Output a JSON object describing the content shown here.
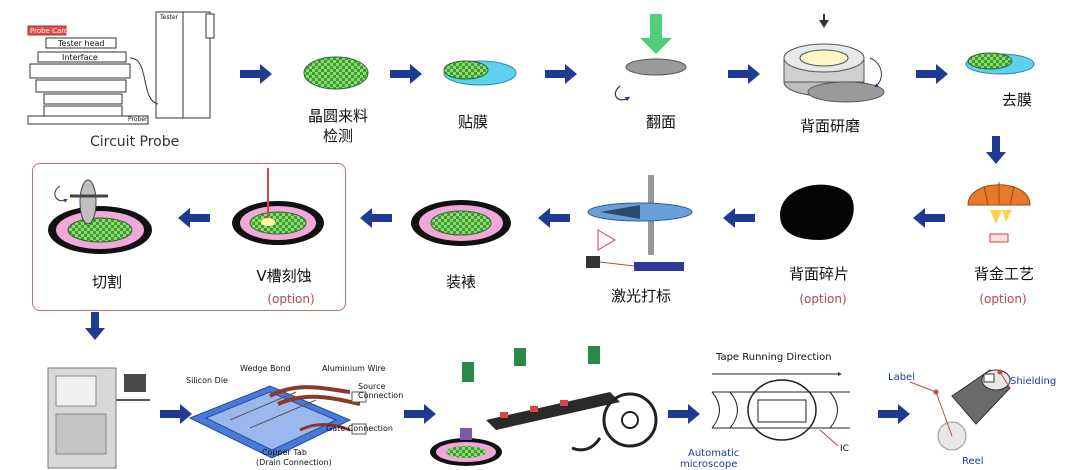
{
  "labels": {
    "circuit_probe": "Circuit Probe",
    "wafer_inspect_1": "晶圆来料",
    "wafer_inspect_2": "检测",
    "lamination": "贴膜",
    "flip": "翻面",
    "back_grinding": "背面研磨",
    "film_removal": "去膜",
    "back_metal": "背金工艺",
    "back_chipping": "背面碎片",
    "laser_marking": "激光打标",
    "mounting": "装裱",
    "v_groove": "V槽刻蚀",
    "dicing": "切割",
    "option": "(option)"
  },
  "probe_parts": {
    "probe_card": "Probe Card",
    "tester_head": "Tester head",
    "interface": "Interface",
    "tester": "Tester",
    "prober": "Prober"
  },
  "bond_parts": {
    "silicon_die": "Silicon Die",
    "wedge_bond": "Wedge Bond",
    "aluminium_wire": "Aluminium Wire",
    "source_connection": "Source Connection",
    "gate_connection": "Gate Connection",
    "copper_tab": "Copper Tab",
    "drain_connection": "(Drain Connection)"
  },
  "tape_parts": {
    "direction": "Tape Running Direction",
    "automatic": "Automatic",
    "microscope": "microscope",
    "ic": "IC"
  },
  "reel_parts": {
    "label": "Label",
    "shielding": "Shielding",
    "reel": "Reel"
  },
  "colors": {
    "arrow": "#1f3a93",
    "green_arrow": "#4fd07a",
    "wafer_green": "#7fd66b",
    "ring_pink": "#f0a8d8",
    "option_red": "#b04a4a"
  }
}
